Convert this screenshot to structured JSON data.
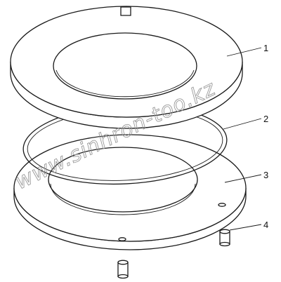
{
  "diagram": {
    "callouts": [
      {
        "id": "1",
        "label": "1"
      },
      {
        "id": "2",
        "label": "2"
      },
      {
        "id": "3",
        "label": "3"
      },
      {
        "id": "4",
        "label": "4"
      }
    ],
    "watermark": "www.sinhron-too.kz",
    "colors": {
      "line": "#1a1a1a",
      "watermark": "#9a9a9a",
      "background": "#ffffff"
    }
  }
}
